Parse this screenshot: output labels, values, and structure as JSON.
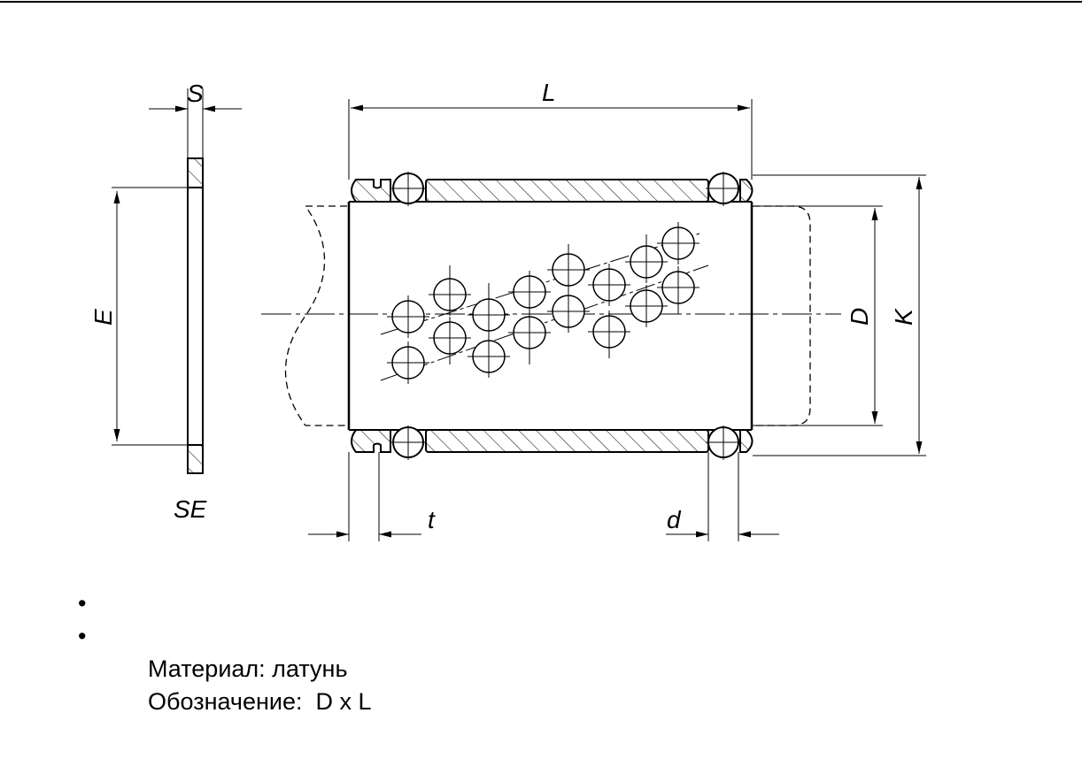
{
  "labels": {
    "S": "S",
    "L": "L",
    "E": "E",
    "D": "D",
    "K": "K",
    "SE": "SE",
    "t": "t",
    "d": "d"
  },
  "notes": [
    {
      "bullet": "•",
      "text": "Материал: латунь"
    },
    {
      "bullet": "•",
      "text": "Обозначение:  D x L"
    }
  ]
}
